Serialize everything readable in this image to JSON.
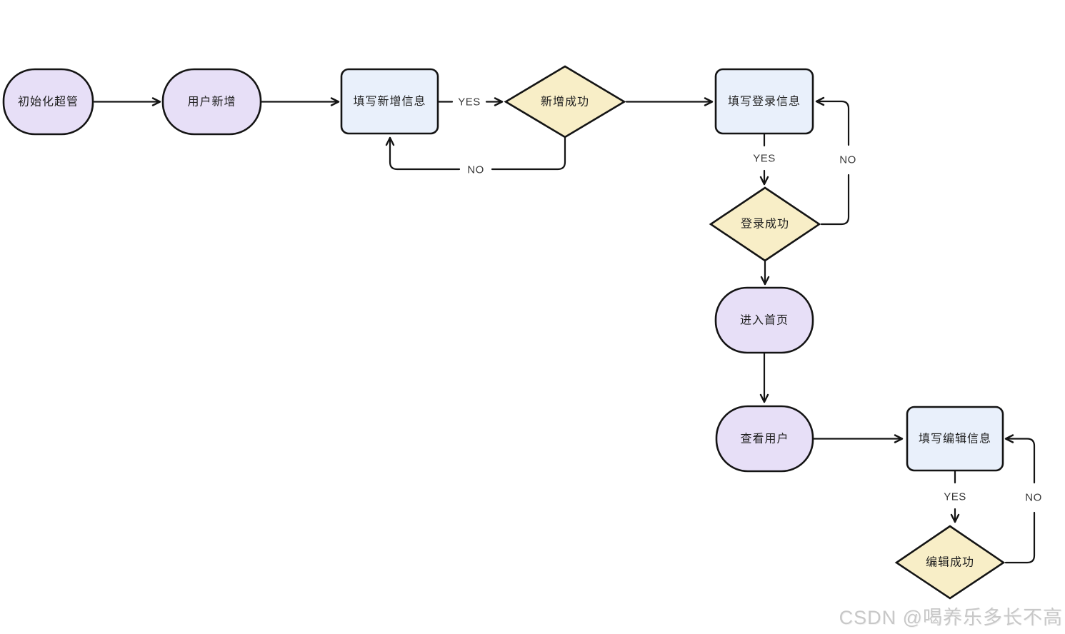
{
  "diagram": {
    "colors": {
      "background": "#ffffff",
      "stadium_fill": "#e7dff7",
      "process_fill": "#e9f0fb",
      "decision_fill": "#f8eec7",
      "stroke": "#141414",
      "node_text": "#1f1f1f",
      "edge_label_text": "#383838",
      "watermark_text": "#c8c8c8"
    },
    "nodes": [
      {
        "id": "init-admin",
        "type": "stadium",
        "label": "初始化超管"
      },
      {
        "id": "user-add",
        "type": "stadium",
        "label": "用户新增"
      },
      {
        "id": "fill-add-info",
        "type": "process",
        "label": "填写新增信息"
      },
      {
        "id": "add-success",
        "type": "decision",
        "label": "新增成功"
      },
      {
        "id": "fill-login-info",
        "type": "process",
        "label": "填写登录信息"
      },
      {
        "id": "login-success",
        "type": "decision",
        "label": "登录成功"
      },
      {
        "id": "enter-home",
        "type": "stadium",
        "label": "进入首页"
      },
      {
        "id": "view-users",
        "type": "stadium",
        "label": "查看用户"
      },
      {
        "id": "fill-edit-info",
        "type": "process",
        "label": "填写编辑信息"
      },
      {
        "id": "edit-success",
        "type": "decision",
        "label": "编辑成功"
      }
    ],
    "edge_labels": {
      "add_yes": "YES",
      "add_no": "NO",
      "login_yes": "YES",
      "login_no": "NO",
      "edit_yes": "YES",
      "edit_no": "NO"
    },
    "watermark": "CSDN @喝养乐多长不高"
  }
}
